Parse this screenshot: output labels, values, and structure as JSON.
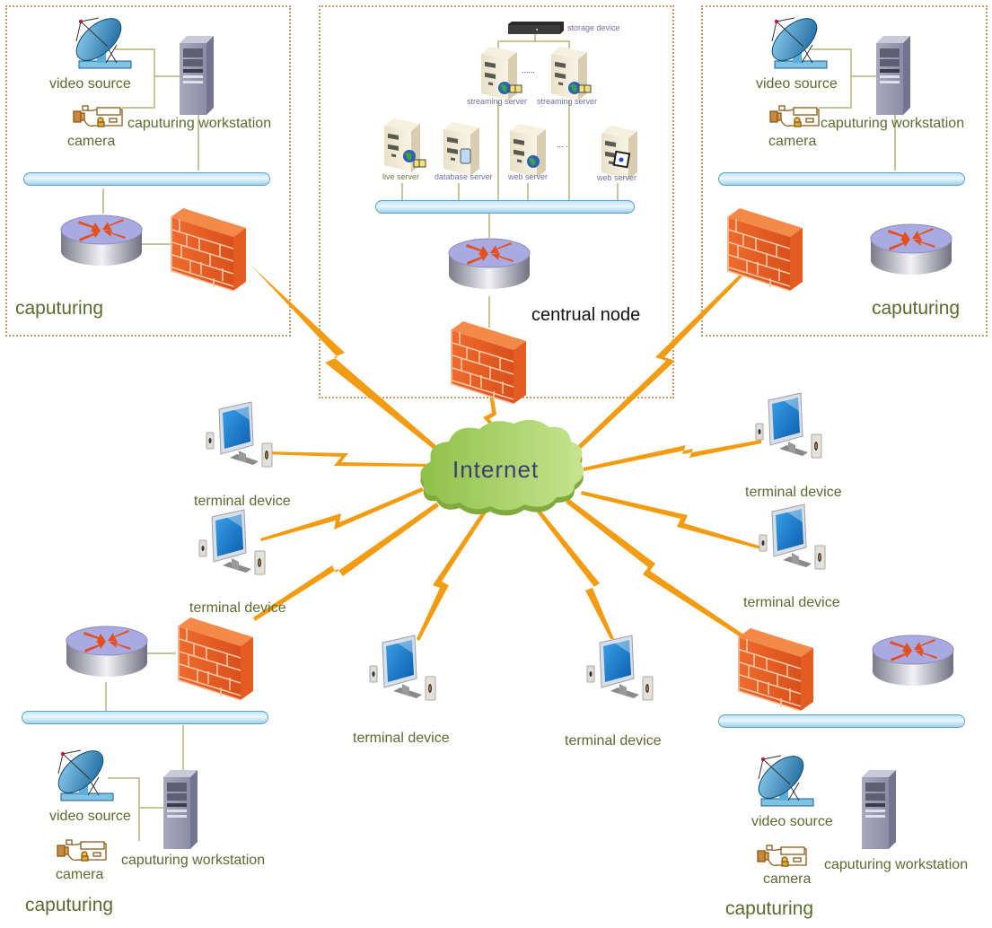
{
  "diagram": {
    "central_node": {
      "title": "centrual node",
      "storage_label": "storage device",
      "streaming_servers": [
        "streaming server",
        "streaming server"
      ],
      "ellipsis_top": "......",
      "servers": [
        "live server",
        "database server",
        "web server",
        "web server"
      ],
      "ellipsis_mid": "... ."
    },
    "internet_label": "Internet",
    "capture_sites": [
      {
        "title": "caputuring",
        "video_source": "video source",
        "camera": "camera",
        "workstation": "caputuring workstation"
      },
      {
        "title": "caputuring",
        "video_source": "video source",
        "camera": "camera",
        "workstation": "caputuring workstation"
      },
      {
        "title": "caputuring",
        "video_source": "video source",
        "camera": "camera",
        "workstation": "caputuring workstation"
      },
      {
        "title": "caputuring",
        "video_source": "video source",
        "camera": "camera",
        "workstation": "caputuring workstation"
      }
    ],
    "terminals": [
      "terminal device",
      "terminal device",
      "terminal device",
      "terminal device",
      "terminal device",
      "terminal device"
    ],
    "colors": {
      "link": "#f39c12",
      "wire": "#b5b27a",
      "zone_border": "#c89a6a",
      "label": "#5b6b2e",
      "cloud": "#a6cf63",
      "firewall": "#e8622a",
      "router_top": "#a9a9e0"
    }
  }
}
